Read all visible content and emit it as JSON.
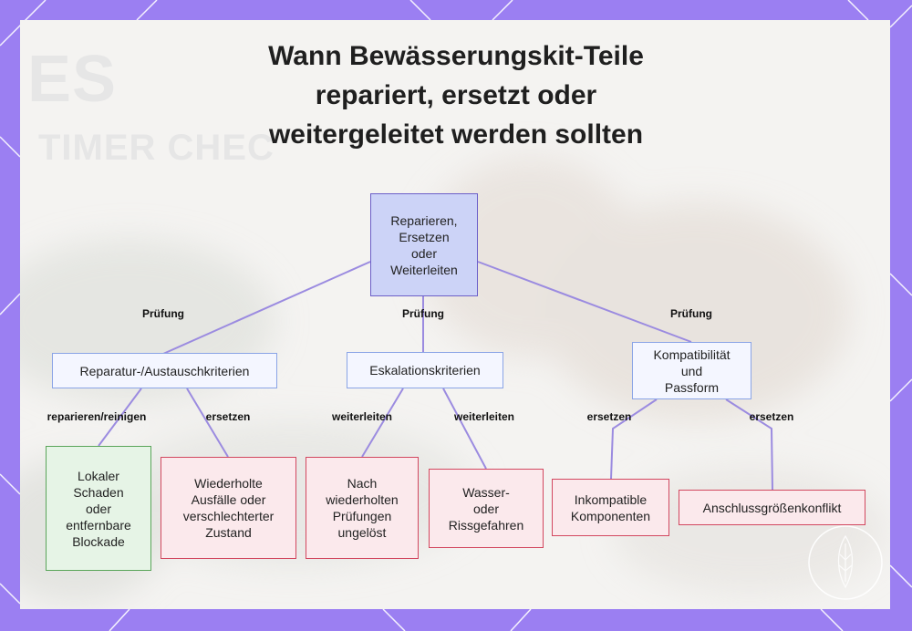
{
  "title_lines": [
    "Wann Bewässerungskit-Teile",
    "repariert, ersetzt oder",
    "weitergeleitet werden sollten"
  ],
  "watermark": {
    "line1": "ES",
    "line2": "TIMER CHEC"
  },
  "nodes": {
    "root": "Reparieren,\nErsetzen\noder\nWeiterleiten",
    "repair_criteria": "Reparatur-/Austauschkriterien",
    "escalation": "Eskalationskriterien",
    "compatibility": "Kompatibilität\nund\nPassform",
    "local_damage": "Lokaler\nSchaden\noder\nentfernbare\nBlockade",
    "repeated_failures": "Wiederholte\nAusfälle oder\nverschlechterter\nZustand",
    "unresolved": "Nach\nwiederholten\nPrüfungen\nungelöst",
    "water_crack": "Wasser-\noder\nRissgefahren",
    "incompatible": "Inkompatible\nKomponenten",
    "size_conflict": "Anschlussgrößenkonflikt"
  },
  "edge_labels": {
    "root_to_repair": "Prüfung",
    "root_to_escalation": "Prüfung",
    "root_to_compat": "Prüfung",
    "repair_to_local": "reparieren/reinigen",
    "repair_to_repeated": "ersetzen",
    "esc_to_unresolved": "weiterleiten",
    "esc_to_water": "weiterleiten",
    "compat_to_incompatible": "ersetzen",
    "compat_to_size": "ersetzen"
  },
  "colors": {
    "frame": "#9b7ff2",
    "root_fill": "#ccd3f7",
    "mid_border": "#8aa4e6",
    "green_border": "#5aa55a",
    "red_border": "#d2475f",
    "connector": "#9b8be0"
  }
}
